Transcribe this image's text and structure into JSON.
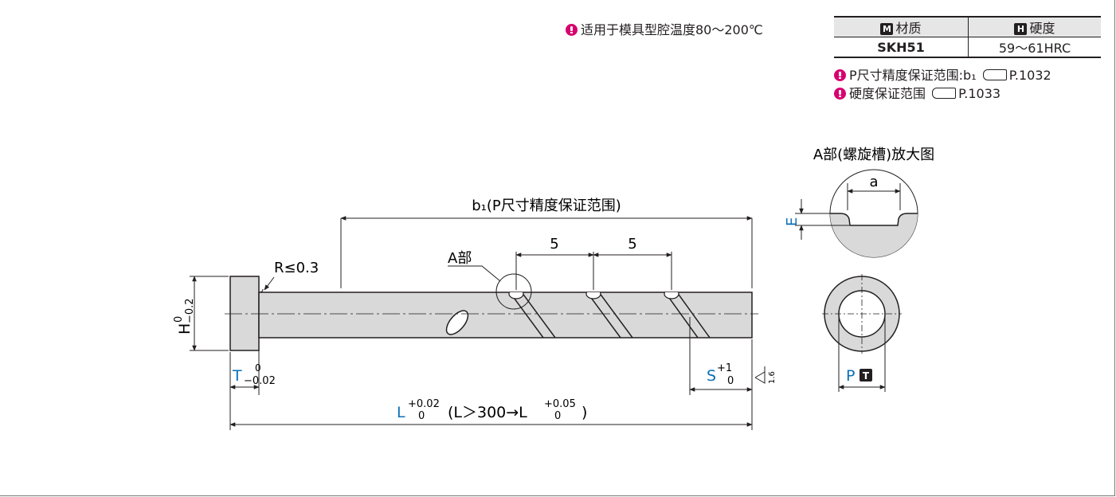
{
  "top_note": "适用于模具型腔温度80～200℃",
  "spec_table": {
    "headers": [
      {
        "icon": "M",
        "label": "材质"
      },
      {
        "icon": "H",
        "label": "硬度"
      }
    ],
    "material": "SKH51",
    "hardness": "59～61HRC"
  },
  "notes": {
    "p_accuracy": "P尺寸精度保证范围:b₁",
    "p_accuracy_page": "P.1032",
    "hardness_range": "硬度保证范围",
    "hardness_page": "P.1033"
  },
  "drawing": {
    "b1_label": "b₁(P尺寸精度保证范围)",
    "a_part": "A部",
    "radius": "R≤0.3",
    "pitch1": "5",
    "pitch2": "5",
    "h_label": "H",
    "h_tol_upper": "0",
    "h_tol_lower": "−0.2",
    "t_label": "T",
    "t_tol_upper": "0",
    "t_tol_lower": "−0.02",
    "s_label": "S",
    "s_tol_upper": "+1",
    "s_tol_lower": "0",
    "roughness": "1.6",
    "l_label": "L",
    "l_tol_upper": "+0.02",
    "l_tol_lower": "0",
    "l_condition": "(L＞300→L",
    "l_tol_upper2": "+0.05",
    "l_tol_lower2": "0",
    "l_close": ")",
    "p_label": "P",
    "p_badge": "T"
  },
  "detail": {
    "title": "A部(螺旋槽)放大图",
    "a_label": "a",
    "e_label": "E"
  },
  "colors": {
    "accent_blue": "#0a6fb7",
    "magenta": "#d6006f",
    "part_fill": "#d9d9d9",
    "line": "#231f20"
  }
}
